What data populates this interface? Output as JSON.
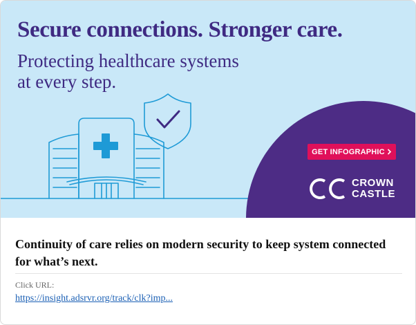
{
  "ad": {
    "headline": "Secure connections. Stronger care.",
    "subheadline_line1": "Protecting healthcare systems",
    "subheadline_line2": "at every step.",
    "cta_label": "GET INFOGRAPHIC",
    "brand_line1": "CROWN",
    "brand_line2": "CASTLE",
    "colors": {
      "background": "#c9e8f8",
      "headline": "#3f2a82",
      "brand_purple": "#4d2c85",
      "cta": "#e0105a",
      "illustration_line": "#1e9ad6"
    },
    "icons": [
      "hospital-icon",
      "shield-check-icon",
      "chevron-right-icon",
      "crown-castle-logo-icon"
    ]
  },
  "card": {
    "title": "Continuity of care relies on modern security to keep system connected for what’s next.",
    "click_label": "Click URL:",
    "click_url": "https://insight.adsrvr.org/track/clk?imp..."
  }
}
